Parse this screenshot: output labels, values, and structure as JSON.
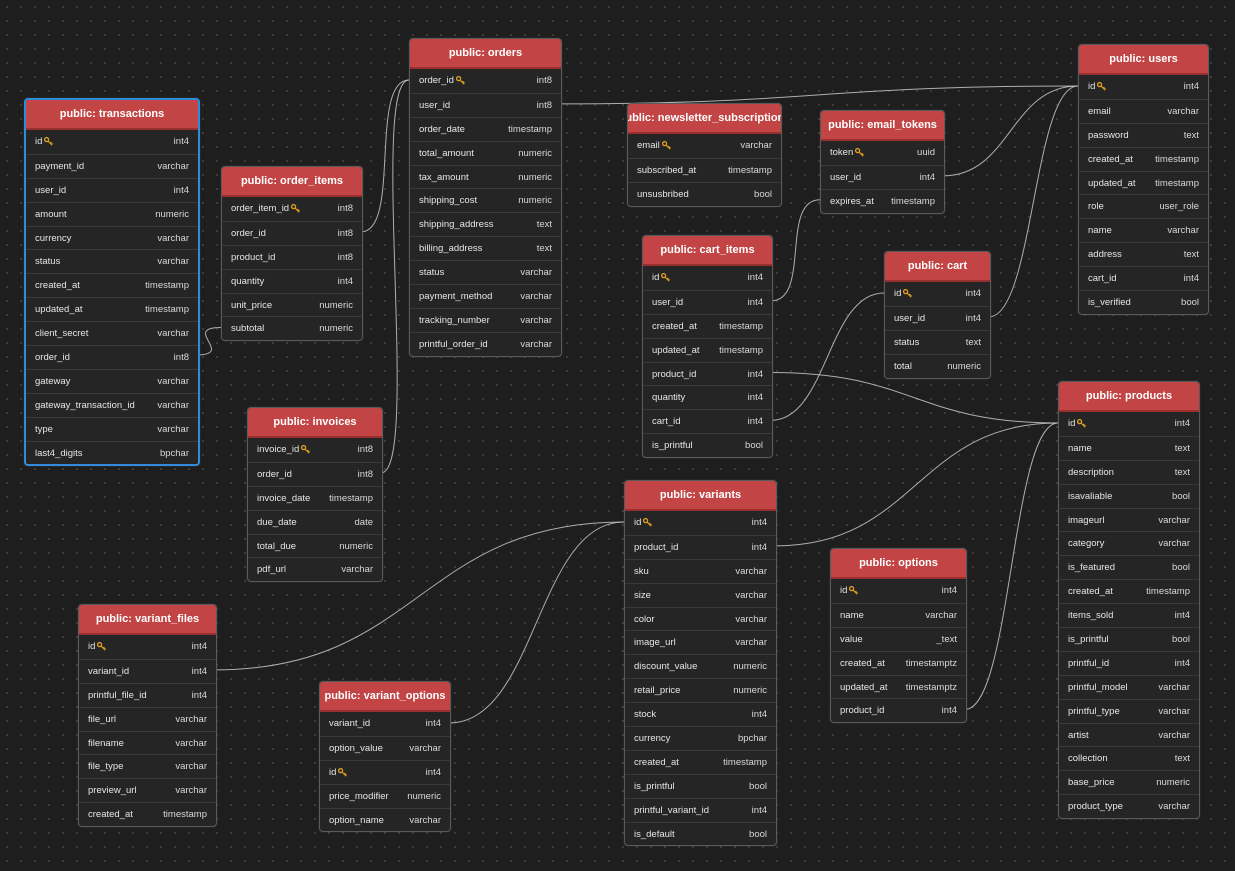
{
  "tables": [
    {
      "id": "transactions",
      "name": "public: transactions",
      "selected": true,
      "columns": [
        {
          "name": "id",
          "type": "int4",
          "pk": true
        },
        {
          "name": "payment_id",
          "type": "varchar"
        },
        {
          "name": "user_id",
          "type": "int4"
        },
        {
          "name": "amount",
          "type": "numeric"
        },
        {
          "name": "currency",
          "type": "varchar"
        },
        {
          "name": "status",
          "type": "varchar"
        },
        {
          "name": "created_at",
          "type": "timestamp"
        },
        {
          "name": "updated_at",
          "type": "timestamp"
        },
        {
          "name": "client_secret",
          "type": "varchar"
        },
        {
          "name": "order_id",
          "type": "int8"
        },
        {
          "name": "gateway",
          "type": "varchar"
        },
        {
          "name": "gateway_transaction_id",
          "type": "varchar"
        },
        {
          "name": "type",
          "type": "varchar"
        },
        {
          "name": "last4_digits",
          "type": "bpchar"
        }
      ]
    },
    {
      "id": "order_items",
      "name": "public: order_items",
      "columns": [
        {
          "name": "order_item_id",
          "type": "int8",
          "pk": true
        },
        {
          "name": "order_id",
          "type": "int8"
        },
        {
          "name": "product_id",
          "type": "int8"
        },
        {
          "name": "quantity",
          "type": "int4"
        },
        {
          "name": "unit_price",
          "type": "numeric"
        },
        {
          "name": "subtotal",
          "type": "numeric"
        }
      ]
    },
    {
      "id": "orders",
      "name": "public: orders",
      "columns": [
        {
          "name": "order_id",
          "type": "int8",
          "pk": true
        },
        {
          "name": "user_id",
          "type": "int8"
        },
        {
          "name": "order_date",
          "type": "timestamp"
        },
        {
          "name": "total_amount",
          "type": "numeric"
        },
        {
          "name": "tax_amount",
          "type": "numeric"
        },
        {
          "name": "shipping_cost",
          "type": "numeric"
        },
        {
          "name": "shipping_address",
          "type": "text"
        },
        {
          "name": "billing_address",
          "type": "text"
        },
        {
          "name": "status",
          "type": "varchar"
        },
        {
          "name": "payment_method",
          "type": "varchar"
        },
        {
          "name": "tracking_number",
          "type": "varchar"
        },
        {
          "name": "printful_order_id",
          "type": "varchar"
        }
      ]
    },
    {
      "id": "invoices",
      "name": "public: invoices",
      "columns": [
        {
          "name": "invoice_id",
          "type": "int8",
          "pk": true
        },
        {
          "name": "order_id",
          "type": "int8"
        },
        {
          "name": "invoice_date",
          "type": "timestamp"
        },
        {
          "name": "due_date",
          "type": "date"
        },
        {
          "name": "total_due",
          "type": "numeric"
        },
        {
          "name": "pdf_url",
          "type": "varchar"
        }
      ]
    },
    {
      "id": "newsletter_subscriptions",
      "name": "public: newsletter_subscriptions",
      "columns": [
        {
          "name": "email",
          "type": "varchar",
          "pk": true
        },
        {
          "name": "subscribed_at",
          "type": "timestamp"
        },
        {
          "name": "unsusbribed",
          "type": "bool"
        }
      ]
    },
    {
      "id": "email_tokens",
      "name": "public: email_tokens",
      "columns": [
        {
          "name": "token",
          "type": "uuid",
          "pk": true
        },
        {
          "name": "user_id",
          "type": "int4"
        },
        {
          "name": "expires_at",
          "type": "timestamp"
        }
      ]
    },
    {
      "id": "users",
      "name": "public: users",
      "columns": [
        {
          "name": "id",
          "type": "int4",
          "pk": true
        },
        {
          "name": "email",
          "type": "varchar"
        },
        {
          "name": "password",
          "type": "text"
        },
        {
          "name": "created_at",
          "type": "timestamp"
        },
        {
          "name": "updated_at",
          "type": "timestamp"
        },
        {
          "name": "role",
          "type": "user_role"
        },
        {
          "name": "name",
          "type": "varchar"
        },
        {
          "name": "address",
          "type": "text"
        },
        {
          "name": "cart_id",
          "type": "int4"
        },
        {
          "name": "is_verified",
          "type": "bool"
        }
      ]
    },
    {
      "id": "cart_items",
      "name": "public: cart_items",
      "columns": [
        {
          "name": "id",
          "type": "int4",
          "pk": true
        },
        {
          "name": "user_id",
          "type": "int4"
        },
        {
          "name": "created_at",
          "type": "timestamp"
        },
        {
          "name": "updated_at",
          "type": "timestamp"
        },
        {
          "name": "product_id",
          "type": "int4"
        },
        {
          "name": "quantity",
          "type": "int4"
        },
        {
          "name": "cart_id",
          "type": "int4"
        },
        {
          "name": "is_printful",
          "type": "bool"
        }
      ]
    },
    {
      "id": "cart",
      "name": "public: cart",
      "columns": [
        {
          "name": "id",
          "type": "int4",
          "pk": true
        },
        {
          "name": "user_id",
          "type": "int4"
        },
        {
          "name": "status",
          "type": "text"
        },
        {
          "name": "total",
          "type": "numeric"
        }
      ]
    },
    {
      "id": "products",
      "name": "public: products",
      "columns": [
        {
          "name": "id",
          "type": "int4",
          "pk": true
        },
        {
          "name": "name",
          "type": "text"
        },
        {
          "name": "description",
          "type": "text"
        },
        {
          "name": "isavaliable",
          "type": "bool"
        },
        {
          "name": "imageurl",
          "type": "varchar"
        },
        {
          "name": "category",
          "type": "varchar"
        },
        {
          "name": "is_featured",
          "type": "bool"
        },
        {
          "name": "created_at",
          "type": "timestamp"
        },
        {
          "name": "items_sold",
          "type": "int4"
        },
        {
          "name": "is_printful",
          "type": "bool"
        },
        {
          "name": "printful_id",
          "type": "int4"
        },
        {
          "name": "printful_model",
          "type": "varchar"
        },
        {
          "name": "printful_type",
          "type": "varchar"
        },
        {
          "name": "artist",
          "type": "varchar"
        },
        {
          "name": "collection",
          "type": "text"
        },
        {
          "name": "base_price",
          "type": "numeric"
        },
        {
          "name": "product_type",
          "type": "varchar"
        }
      ]
    },
    {
      "id": "variants",
      "name": "public: variants",
      "columns": [
        {
          "name": "id",
          "type": "int4",
          "pk": true
        },
        {
          "name": "product_id",
          "type": "int4"
        },
        {
          "name": "sku",
          "type": "varchar"
        },
        {
          "name": "size",
          "type": "varchar"
        },
        {
          "name": "color",
          "type": "varchar"
        },
        {
          "name": "image_url",
          "type": "varchar"
        },
        {
          "name": "discount_value",
          "type": "numeric"
        },
        {
          "name": "retail_price",
          "type": "numeric"
        },
        {
          "name": "stock",
          "type": "int4"
        },
        {
          "name": "currency",
          "type": "bpchar"
        },
        {
          "name": "created_at",
          "type": "timestamp"
        },
        {
          "name": "is_printful",
          "type": "bool"
        },
        {
          "name": "printful_variant_id",
          "type": "int4"
        },
        {
          "name": "is_default",
          "type": "bool"
        }
      ]
    },
    {
      "id": "options",
      "name": "public: options",
      "columns": [
        {
          "name": "id",
          "type": "int4",
          "pk": true
        },
        {
          "name": "name",
          "type": "varchar"
        },
        {
          "name": "value",
          "type": "_text"
        },
        {
          "name": "created_at",
          "type": "timestamptz"
        },
        {
          "name": "updated_at",
          "type": "timestamptz"
        },
        {
          "name": "product_id",
          "type": "int4"
        }
      ]
    },
    {
      "id": "variant_files",
      "name": "public: variant_files",
      "columns": [
        {
          "name": "id",
          "type": "int4",
          "pk": true
        },
        {
          "name": "variant_id",
          "type": "int4"
        },
        {
          "name": "printful_file_id",
          "type": "int4"
        },
        {
          "name": "file_url",
          "type": "varchar"
        },
        {
          "name": "filename",
          "type": "varchar"
        },
        {
          "name": "file_type",
          "type": "varchar"
        },
        {
          "name": "preview_url",
          "type": "varchar"
        },
        {
          "name": "created_at",
          "type": "timestamp"
        }
      ]
    },
    {
      "id": "variant_options",
      "name": "public: variant_options",
      "columns": [
        {
          "name": "variant_id",
          "type": "int4"
        },
        {
          "name": "option_value",
          "type": "varchar"
        },
        {
          "name": "id",
          "type": "int4",
          "pk": true
        },
        {
          "name": "price_modifier",
          "type": "numeric"
        },
        {
          "name": "option_name",
          "type": "varchar"
        }
      ]
    }
  ],
  "relations": [
    {
      "from": [
        "transactions",
        "order_id"
      ],
      "to": [
        "order_items",
        "subtotal"
      ]
    },
    {
      "from": [
        "order_items",
        "order_id"
      ],
      "to": [
        "orders",
        "order_id"
      ]
    },
    {
      "from": [
        "invoices",
        "order_id"
      ],
      "to": [
        "orders",
        "order_id"
      ]
    },
    {
      "from": [
        "orders",
        "user_id"
      ],
      "to": [
        "users",
        "id"
      ]
    },
    {
      "from": [
        "email_tokens",
        "user_id"
      ],
      "to": [
        "users",
        "id"
      ]
    },
    {
      "from": [
        "cart_items",
        "user_id"
      ],
      "to": [
        "email_tokens",
        "expires_at"
      ]
    },
    {
      "from": [
        "cart",
        "user_id"
      ],
      "to": [
        "users",
        "id"
      ]
    },
    {
      "from": [
        "cart_items",
        "cart_id"
      ],
      "to": [
        "cart",
        "id"
      ]
    },
    {
      "from": [
        "cart_items",
        "product_id"
      ],
      "to": [
        "products",
        "id"
      ]
    },
    {
      "from": [
        "variants",
        "product_id"
      ],
      "to": [
        "products",
        "id"
      ]
    },
    {
      "from": [
        "options",
        "product_id"
      ],
      "to": [
        "products",
        "id"
      ]
    },
    {
      "from": [
        "variant_files",
        "variant_id"
      ],
      "to": [
        "variants",
        "id"
      ]
    },
    {
      "from": [
        "variant_options",
        "variant_id"
      ],
      "to": [
        "variants",
        "id"
      ]
    }
  ],
  "colors": {
    "header": "#c24444",
    "selected_border": "#2f8bdc",
    "line": "#c8c8c8",
    "key": "#e0a020"
  }
}
